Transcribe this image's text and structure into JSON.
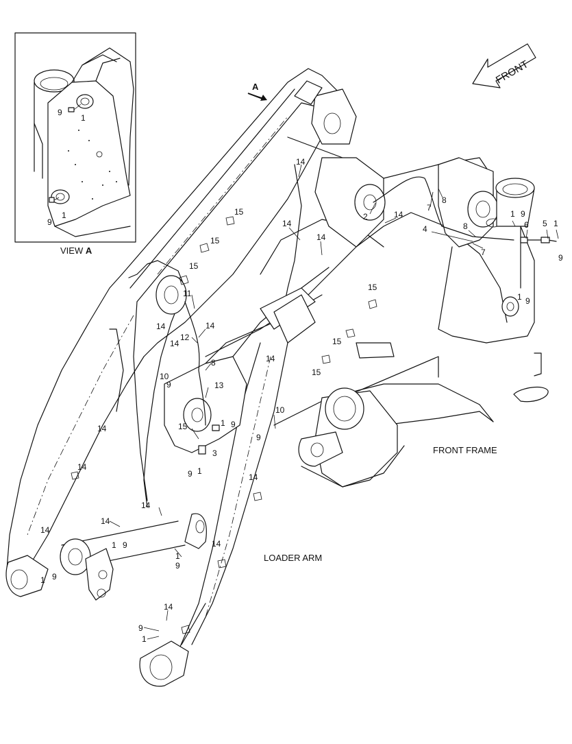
{
  "view_label": {
    "prefix": "VIEW ",
    "letter": "A"
  },
  "view_marker": "A",
  "front_arrow": "FRONT",
  "captions": {
    "front_frame": "FRONT FRAME",
    "loader_arm": "LOADER ARM"
  },
  "callouts": [
    {
      "id": "c1",
      "text": "9"
    },
    {
      "id": "c2",
      "text": "1"
    },
    {
      "id": "c3",
      "text": "9"
    },
    {
      "id": "c4",
      "text": "1"
    },
    {
      "id": "c5",
      "text": "14"
    },
    {
      "id": "c6",
      "text": "14"
    },
    {
      "id": "c7",
      "text": "2"
    },
    {
      "id": "c8",
      "text": "14"
    },
    {
      "id": "c9",
      "text": "14"
    },
    {
      "id": "c10",
      "text": "7"
    },
    {
      "id": "c11",
      "text": "8"
    },
    {
      "id": "c12",
      "text": "4"
    },
    {
      "id": "c13",
      "text": "8"
    },
    {
      "id": "c14",
      "text": "7"
    },
    {
      "id": "c15",
      "text": "1"
    },
    {
      "id": "c16",
      "text": "9"
    },
    {
      "id": "c17",
      "text": "6"
    },
    {
      "id": "c18",
      "text": "5"
    },
    {
      "id": "c19",
      "text": "1"
    },
    {
      "id": "c20",
      "text": "9"
    },
    {
      "id": "c21",
      "text": "15"
    },
    {
      "id": "c22",
      "text": "15"
    },
    {
      "id": "c23",
      "text": "15"
    },
    {
      "id": "c24",
      "text": "15"
    },
    {
      "id": "c25",
      "text": "15"
    },
    {
      "id": "c26",
      "text": "15"
    },
    {
      "id": "c27",
      "text": "1"
    },
    {
      "id": "c28",
      "text": "9"
    },
    {
      "id": "c29",
      "text": "11"
    },
    {
      "id": "c30",
      "text": "14"
    },
    {
      "id": "c31",
      "text": "14"
    },
    {
      "id": "c32",
      "text": "12"
    },
    {
      "id": "c33",
      "text": "14"
    },
    {
      "id": "c34",
      "text": "8"
    },
    {
      "id": "c35",
      "text": "10"
    },
    {
      "id": "c36",
      "text": "9"
    },
    {
      "id": "c37",
      "text": "14"
    },
    {
      "id": "c38",
      "text": "13"
    },
    {
      "id": "c39",
      "text": "15"
    },
    {
      "id": "c40",
      "text": "1"
    },
    {
      "id": "c41",
      "text": "9"
    },
    {
      "id": "c42",
      "text": "3"
    },
    {
      "id": "c43",
      "text": "9"
    },
    {
      "id": "c44",
      "text": "1"
    },
    {
      "id": "c45",
      "text": "10"
    },
    {
      "id": "c46",
      "text": "9"
    },
    {
      "id": "c47",
      "text": "14"
    },
    {
      "id": "c48",
      "text": "14"
    },
    {
      "id": "c49",
      "text": "14"
    },
    {
      "id": "c50",
      "text": "14"
    },
    {
      "id": "c51",
      "text": "14"
    },
    {
      "id": "c52",
      "text": "1"
    },
    {
      "id": "c53",
      "text": "9"
    },
    {
      "id": "c54",
      "text": "1"
    },
    {
      "id": "c55",
      "text": "9"
    },
    {
      "id": "c56",
      "text": "14"
    },
    {
      "id": "c57",
      "text": "1"
    },
    {
      "id": "c58",
      "text": "9"
    },
    {
      "id": "c59",
      "text": "14"
    },
    {
      "id": "c60",
      "text": "9"
    },
    {
      "id": "c61",
      "text": "1"
    },
    {
      "id": "c62",
      "text": "14"
    }
  ]
}
